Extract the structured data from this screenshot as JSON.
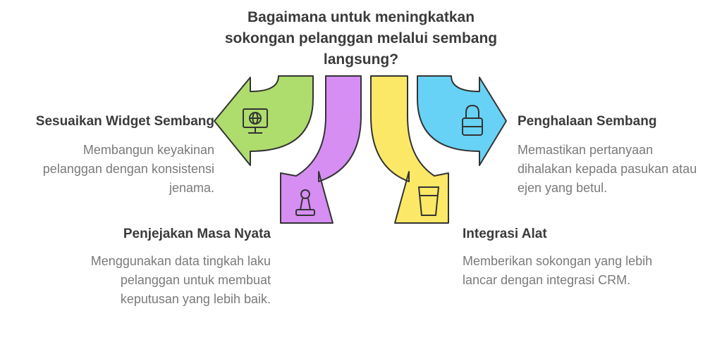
{
  "title": "Bagaimana untuk meningkatkan sokongan pelanggan melalui sembang langsung?",
  "items": [
    {
      "heading": "Sesuaikan Widget Sembang",
      "description": "Membangun keyakinan pelanggan dengan konsistensi jenama.",
      "color": "#aedc6d",
      "icon": "monitor-globe-icon"
    },
    {
      "heading": "Penjejakan Masa Nyata",
      "description": "Menggunakan data tingkah laku pelanggan untuk membuat keputusan yang lebih baik.",
      "color": "#d68ef2",
      "icon": "chess-pawn-icon"
    },
    {
      "heading": "Integrasi Alat",
      "description": "Memberikan sokongan yang lebih lancar dengan integrasi CRM.",
      "color": "#fbe866",
      "icon": "glass-icon"
    },
    {
      "heading": "Penghalaan Sembang",
      "description": "Memastikan pertanyaan dihalakan kepada pasukan atau ejen yang betul.",
      "color": "#67d2f5",
      "icon": "lock-icon"
    }
  ]
}
